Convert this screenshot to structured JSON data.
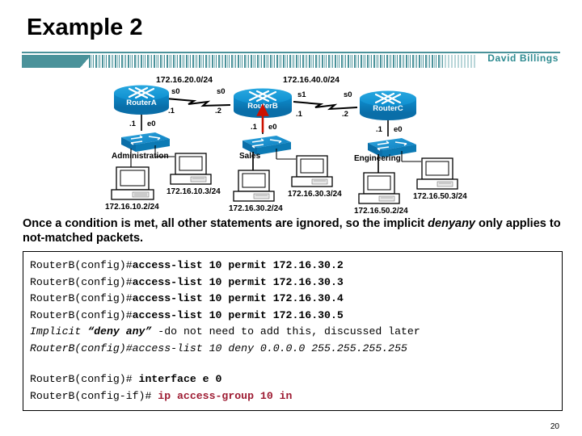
{
  "slide": {
    "title": "Example 2",
    "page_number": "20",
    "author": "David Billings",
    "accent_color": "#4A929A",
    "author_color": "#2E8B91",
    "highlight_color": "#9E1B32"
  },
  "diagram": {
    "type": "network-topology",
    "wan_links": [
      {
        "network": "172.16.20.0/24",
        "left_if": "s0",
        "left_ip": ".1",
        "right_if": "s0",
        "right_ip": ".2"
      },
      {
        "network": "172.16.40.0/24",
        "left_if": "s1",
        "left_ip": ".1",
        "right_if": "s0",
        "right_ip": ".2"
      }
    ],
    "routers": [
      {
        "name": "RouterA",
        "lan_if": "e0",
        "lan_ip": ".1"
      },
      {
        "name": "RouterB",
        "lan_if": "e0",
        "lan_ip": ".1"
      },
      {
        "name": "RouterC",
        "lan_if": "e0",
        "lan_ip": ".1"
      }
    ],
    "lans": [
      {
        "name": "Administration",
        "hosts": [
          "172.16.10.2/24",
          "172.16.10.3/24"
        ]
      },
      {
        "name": "Sales",
        "hosts": [
          "172.16.30.2/24",
          "172.16.30.3/24"
        ]
      },
      {
        "name": "Engineering",
        "hosts": [
          "172.16.50.2/24",
          "172.16.50.3/24"
        ]
      }
    ],
    "arrow_note": "red-arrow-at-routerb-e0"
  },
  "body": {
    "line1_a": "Once a condition is met, all other statements are ignored, so the implicit ",
    "line1_em": "deny",
    "line2_em": "any",
    "line2_b": " only applies to not-matched packets."
  },
  "code": {
    "lines": [
      {
        "prompt": "RouterB(config)#",
        "cmd": "access-list 10 permit 172.16.30.2",
        "style": "bold"
      },
      {
        "prompt": "RouterB(config)#",
        "cmd": "access-list 10 permit 172.16.30.3",
        "style": "bold"
      },
      {
        "prompt": "RouterB(config)#",
        "cmd": "access-list 10 permit 172.16.30.4",
        "style": "bold"
      },
      {
        "prompt": "RouterB(config)#",
        "cmd": "access-list 10 permit 172.16.30.5",
        "style": "bold"
      },
      {
        "prefix": "Implicit ",
        "quoted": "“deny any”",
        "suffix": " -do not need to add this, discussed later",
        "style": "italic-mixed"
      },
      {
        "prompt": "RouterB(config)#",
        "cmd": "access-list 10 deny 0.0.0.0 255.255.255.255",
        "style": "italic"
      },
      {
        "prompt": "RouterB(config)# ",
        "cmd": "interface e 0",
        "style": "bold"
      },
      {
        "prompt": "RouterB(config-if)# ",
        "cmd": "ip access-group 10 in",
        "style": "red-bold"
      }
    ]
  }
}
